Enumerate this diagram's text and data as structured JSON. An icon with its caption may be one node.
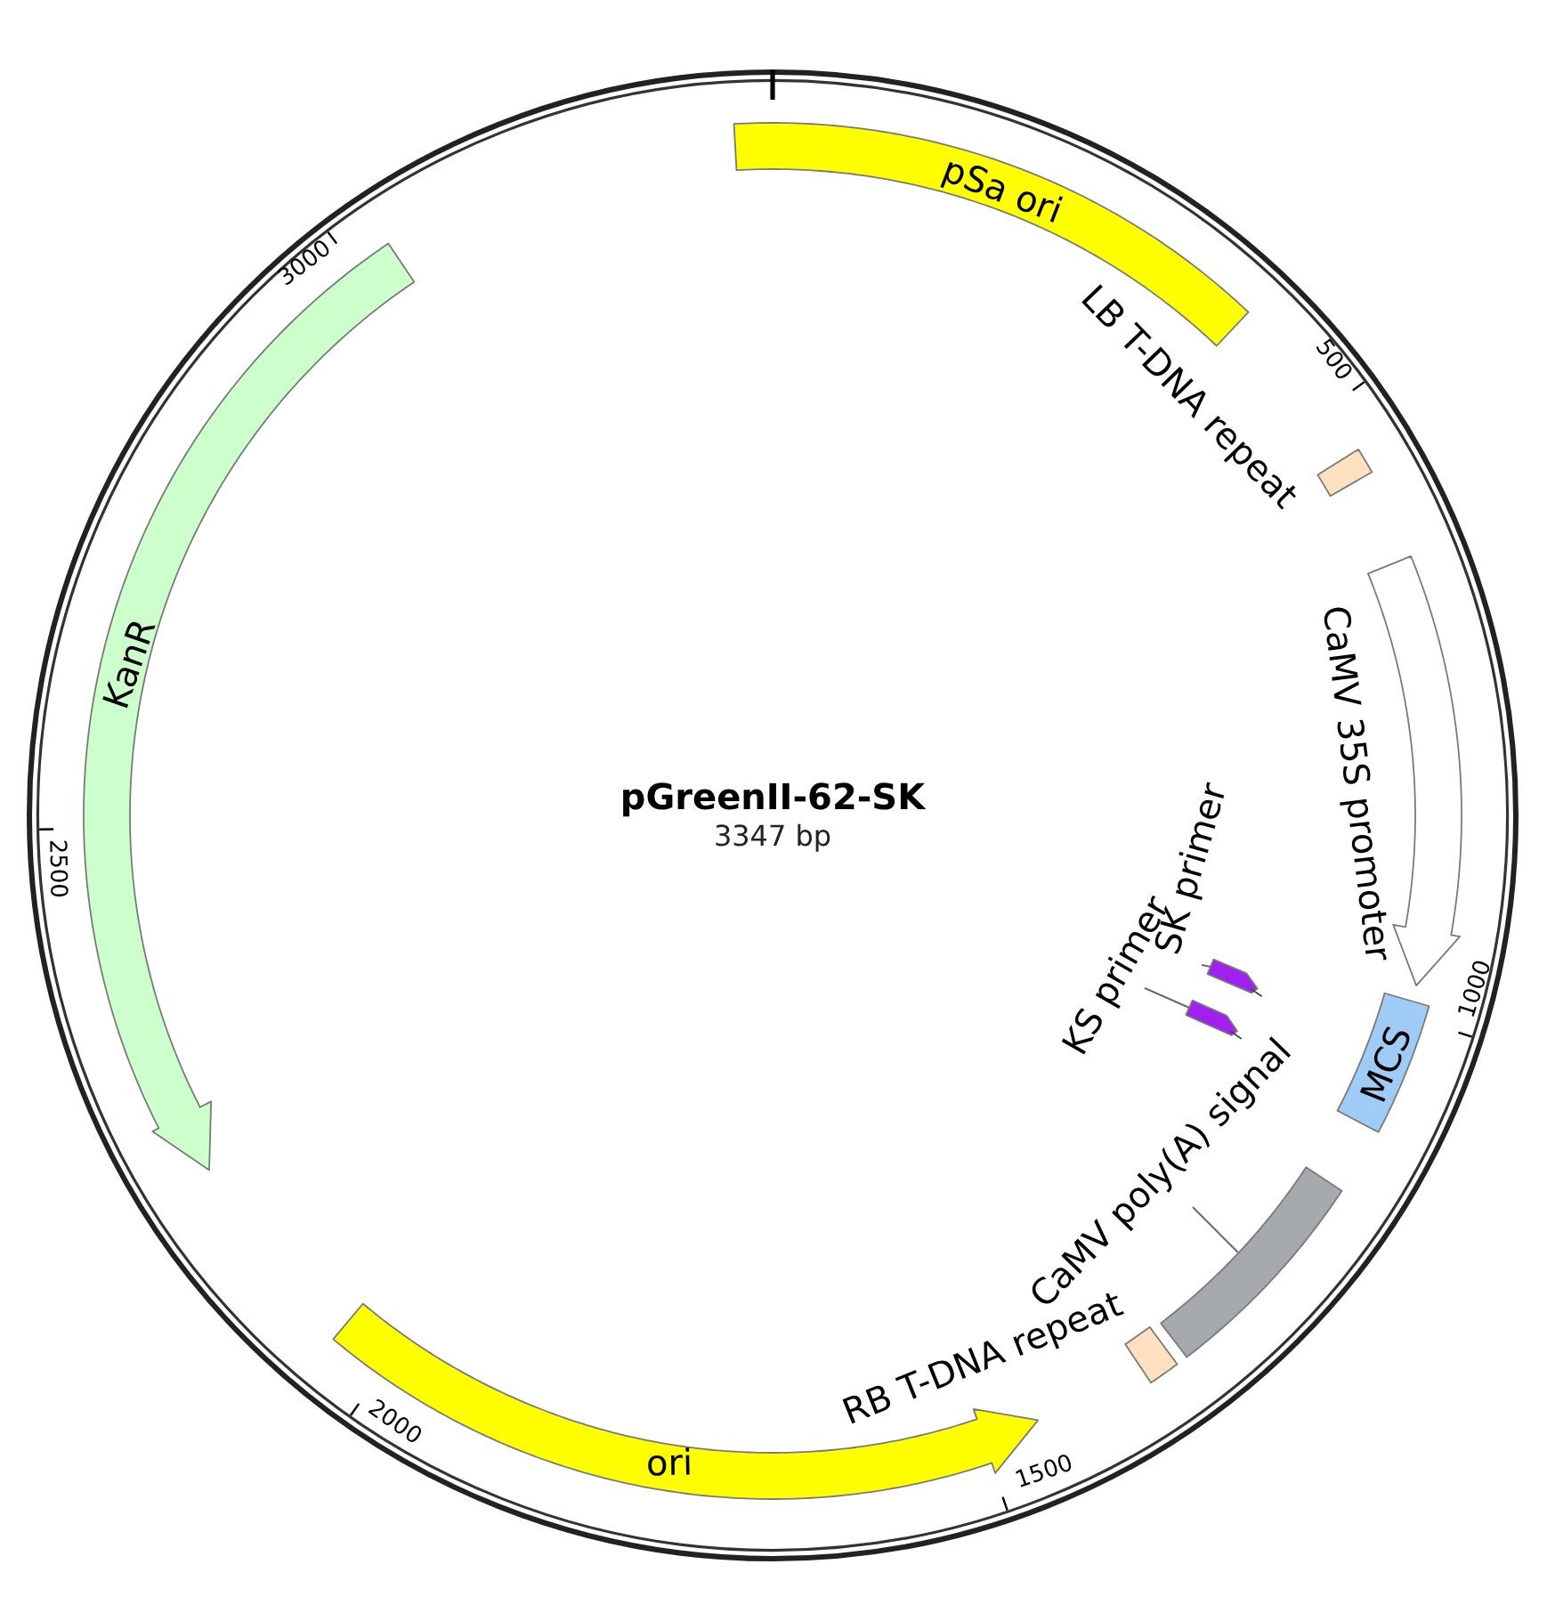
{
  "diagram": {
    "title": "pGreenII-62-SK",
    "nodes": [
      {
        "text": [
          "pSa ori"
        ]
      },
      {
        "text": [
          "LB T-DNA repeat"
        ]
      },
      {
        "text": [
          "CaMV 35S promoter"
        ]
      },
      {
        "text": [
          "SK primer"
        ]
      },
      {
        "text": [],
        "shape": "arrow"
      },
      {
        "text": [
          "MCS"
        ]
      },
      {
        "text": [
          "KS primer"
        ]
      },
      {
        "text": [],
        "shape": "arrow"
      },
      {
        "text": [
          "CaMV poly(A) signal"
        ]
      },
      {
        "text": [],
        "shape": "box"
      },
      {
        "text": [
          "RB T-DNA repeat"
        ]
      },
      {
        "text": [
          "ori"
        ]
      },
      {
        "text": [
          "KanR"
        ]
      }
    ],
    "edges": [
      {
        "from": 3,
        "to": 4,
        "arrow": "none"
      },
      {
        "from": 6,
        "to": 7,
        "arrow": "none"
      },
      {
        "from": 8,
        "to": 9,
        "arrow": "none"
      }
    ],
    "labels": [
      "3347 bp",
      "500",
      "1000",
      "1500",
      "2000",
      "2500",
      "3000"
    ]
  }
}
